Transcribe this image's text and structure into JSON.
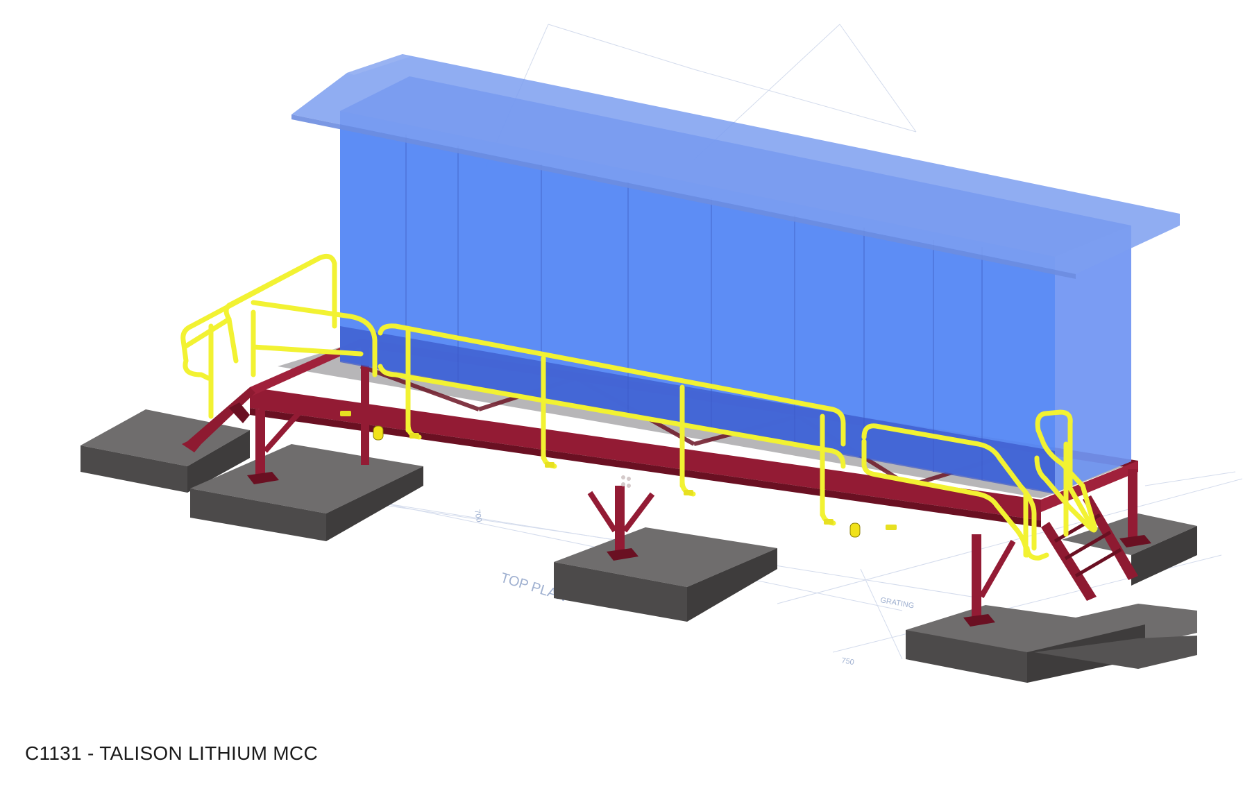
{
  "caption": {
    "text": "C1131 - TALISON LITHIUM MCC"
  },
  "drawing_labels": {
    "top_plan": "TOP PLAN",
    "grating": "GRATING",
    "dim_700": "700",
    "dim_750": "750"
  },
  "colors": {
    "building_fill": "#5b8cf5",
    "roof": "#7ea2f0",
    "steel": "#8e1a31",
    "steel_dark": "#6a1022",
    "handrail": "#f2f232",
    "concrete_top": "#6e6c6c",
    "concrete_side": "#4a4848",
    "drawing_lines": "#c7d1e6"
  }
}
